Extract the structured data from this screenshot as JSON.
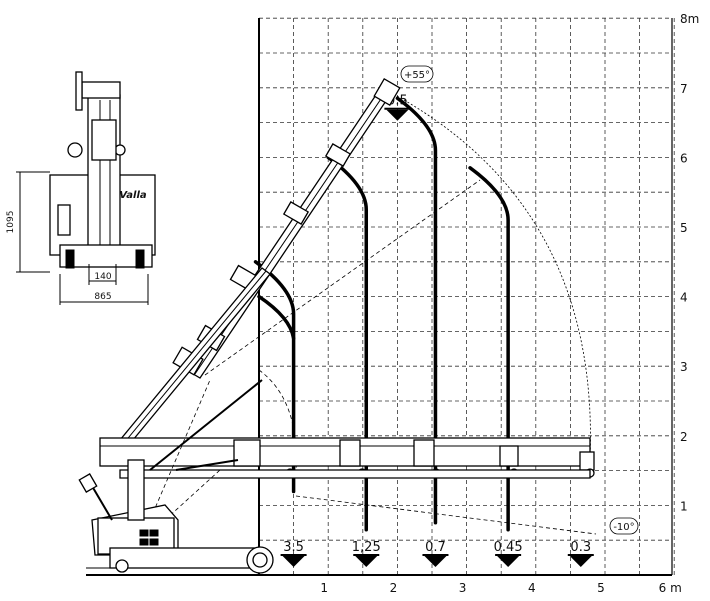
{
  "x_axis": {
    "ticks": [
      {
        "value": 1,
        "label": "1"
      },
      {
        "value": 2,
        "label": "2"
      },
      {
        "value": 3,
        "label": "3"
      },
      {
        "value": 4,
        "label": "4"
      },
      {
        "value": 5,
        "label": "5"
      },
      {
        "value": 6,
        "label": "6 m"
      }
    ]
  },
  "y_axis": {
    "ticks": [
      {
        "value": 1,
        "label": "1"
      },
      {
        "value": 2,
        "label": "2"
      },
      {
        "value": 3,
        "label": "3"
      },
      {
        "value": 4,
        "label": "4"
      },
      {
        "value": 5,
        "label": "5"
      },
      {
        "value": 6,
        "label": "6"
      },
      {
        "value": 7,
        "label": "7"
      },
      {
        "value": 8,
        "label": "8m"
      }
    ]
  },
  "angles": {
    "max": "+55°",
    "min": "-10°"
  },
  "loads": {
    "bottom": [
      {
        "label": "3.5",
        "x_m": 0.5
      },
      {
        "label": "1,25",
        "x_m": 1.55
      },
      {
        "label": "0.7",
        "x_m": 2.55
      },
      {
        "label": "0.45",
        "x_m": 3.6
      },
      {
        "label": "0.3",
        "x_m": 4.65
      }
    ],
    "top": {
      "label": "0.5",
      "x_m": 2.0,
      "y_m": 6.8
    }
  },
  "envelopes": [
    {
      "x_m": 0.5,
      "top_y": 3.95,
      "bottom_y": 1.2
    },
    {
      "x_m": 1.55,
      "top_y": 5.45,
      "bottom_y": 0.65
    },
    {
      "x_m": 2.55,
      "top_y": 6.3,
      "bottom_y": 0.75
    },
    {
      "x_m": 3.6,
      "top_y": 5.3,
      "bottom_y": 0.65
    }
  ],
  "dimensions": {
    "height": "1095",
    "track": "140",
    "width": "865"
  },
  "brand": "Valla"
}
